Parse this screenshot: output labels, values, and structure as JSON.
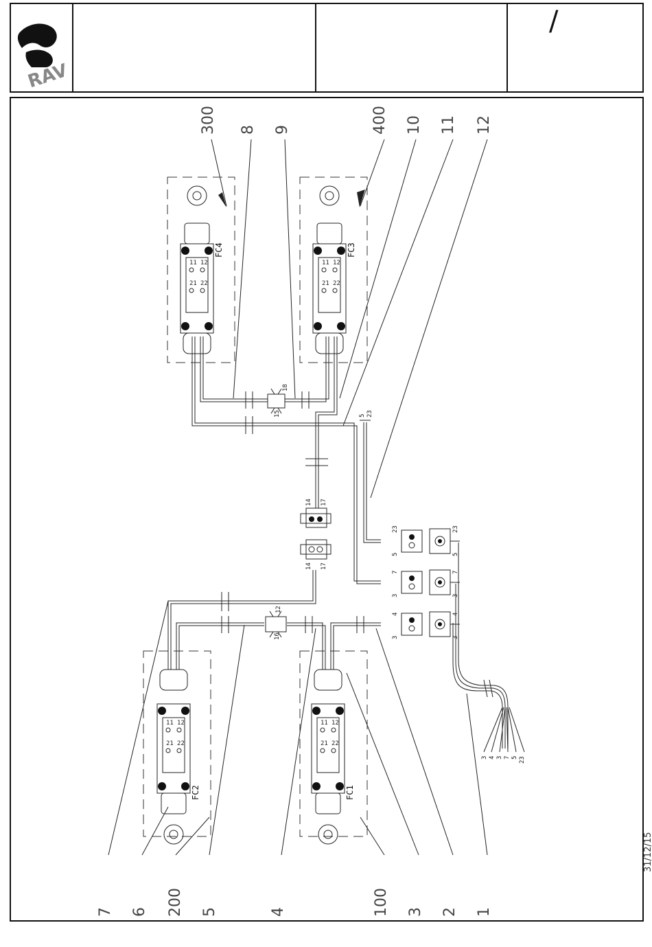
{
  "title_block": {
    "logo_text": "RAV",
    "revision_mark": "/"
  },
  "date_stamp": "31/12/15",
  "callouts": {
    "top": [
      "300",
      "8",
      "9",
      "400",
      "10",
      "11",
      "12"
    ],
    "bottom": [
      "7",
      "6",
      "200",
      "5",
      "4",
      "100",
      "3",
      "2",
      "1"
    ]
  },
  "switches": [
    {
      "id": "FC4",
      "terminals": [
        "11",
        "12",
        "21",
        "22"
      ]
    },
    {
      "id": "FC3",
      "terminals": [
        "11",
        "12",
        "21",
        "22"
      ]
    },
    {
      "id": "FC2",
      "terminals": [
        "11",
        "12",
        "21",
        "22"
      ]
    },
    {
      "id": "FC1",
      "terminals": [
        "11",
        "12",
        "21",
        "22"
      ]
    }
  ],
  "wire_labels": {
    "splice_top": [
      "18",
      "15"
    ],
    "splice_bottom": [
      "12",
      "16"
    ],
    "branch_5_23": [
      "5",
      "23"
    ],
    "conn_center_top": [
      "14",
      "17"
    ],
    "conn_center_bottom": [
      "14",
      "17"
    ],
    "conn_row_23": [
      "23",
      "5"
    ],
    "conn_row_7": [
      "7",
      "3"
    ],
    "conn_row_4": [
      "4",
      "3"
    ],
    "cable_out": [
      "3",
      "4",
      "3",
      "7",
      "5",
      "23"
    ]
  }
}
